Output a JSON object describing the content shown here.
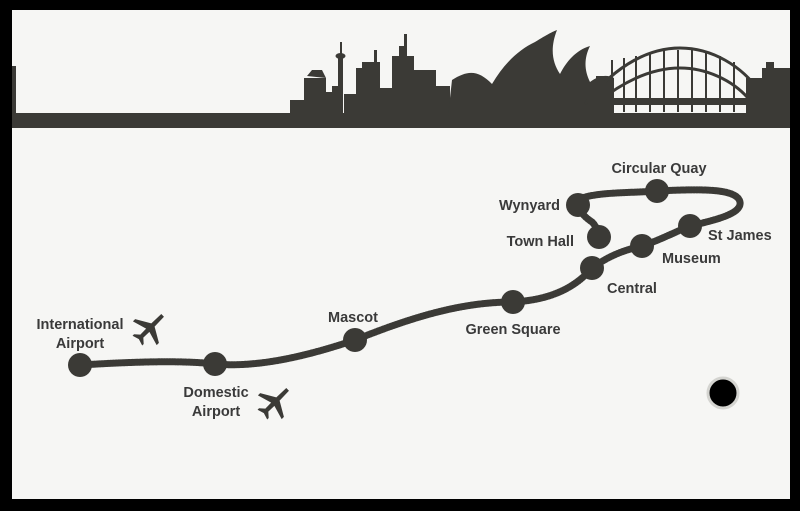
{
  "card": {
    "colors": {
      "ink": "#3b3a36",
      "paper": "#f6f6f4",
      "border": "#000000"
    },
    "stations": {
      "international_airport": [
        "International",
        "Airport"
      ],
      "domestic_airport": [
        "Domestic",
        "Airport"
      ],
      "mascot": "Mascot",
      "green_square": "Green Square",
      "central": "Central",
      "museum": "Museum",
      "st_james": "St James",
      "circular_quay": "Circular Quay",
      "wynyard": "Wynyard",
      "town_hall": "Town Hall"
    },
    "icons": [
      "sydney-skyline-icon",
      "airplane-icon",
      "punch-hole"
    ]
  }
}
